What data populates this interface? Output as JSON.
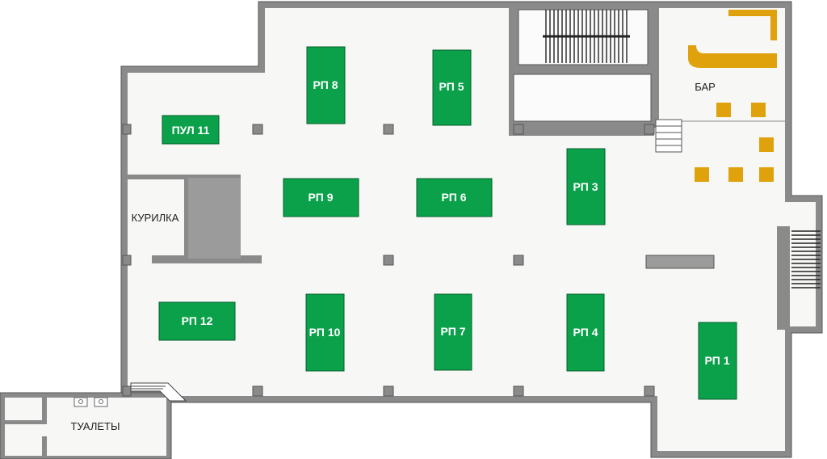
{
  "colors": {
    "wall": "#8a8a8a",
    "wall_edge": "#555555",
    "floor": "#f7f7f5",
    "table_fill": "#0aa14a",
    "table_edge": "#05602b",
    "bar_fill": "#e0a20c",
    "gray_block": "#9b9b9b"
  },
  "rooms": {
    "bar": "БАР",
    "smoking": "КУРИЛКА",
    "toilets": "ТУАЛЕТЫ"
  },
  "tables": [
    {
      "id": "rp8",
      "label": "РП 8"
    },
    {
      "id": "rp5",
      "label": "РП 5"
    },
    {
      "id": "pul11",
      "label": "ПУЛ 11"
    },
    {
      "id": "rp9",
      "label": "РП 9"
    },
    {
      "id": "rp6",
      "label": "РП 6"
    },
    {
      "id": "rp3",
      "label": "РП 3"
    },
    {
      "id": "rp12",
      "label": "РП 12"
    },
    {
      "id": "rp10",
      "label": "РП 10"
    },
    {
      "id": "rp7",
      "label": "РП 7"
    },
    {
      "id": "rp4",
      "label": "РП 4"
    },
    {
      "id": "rp1",
      "label": "РП 1"
    }
  ]
}
